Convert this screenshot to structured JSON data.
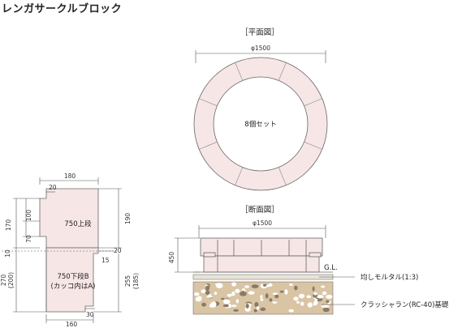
{
  "title": "レンガサークルブロック",
  "plan": {
    "heading": "［平面図］",
    "diameter": "φ1500",
    "center_label": "8個セット"
  },
  "section": {
    "heading": "［断面図］",
    "diameter": "φ1500",
    "height": "450",
    "gl_label": "G.L.",
    "mortar_label": "均しモルタル(1:3)",
    "crusher_label": "クラッシャラン(RC-40)基礎"
  },
  "block": {
    "top_width": "180",
    "bottom_width": "160",
    "notch_top": "20",
    "notch_right": "20",
    "gap": "15",
    "gap_left": "10",
    "bottom_notch": "30",
    "upper_label": "750上段",
    "lower_label_1": "750下段B",
    "lower_label_2": "(カッコ内はA)",
    "left_170": "170",
    "left_100": "100",
    "left_70": "70",
    "left_270": "270",
    "left_200": "(200)",
    "right_190": "190",
    "right_255": "255",
    "right_185": "(185)"
  },
  "colors": {
    "block_fill": "#f7e6e6",
    "gravel_fill": "#d9c4a4",
    "gravel_stone": "#ffffff",
    "gravel_dark": "#8a7a66"
  }
}
